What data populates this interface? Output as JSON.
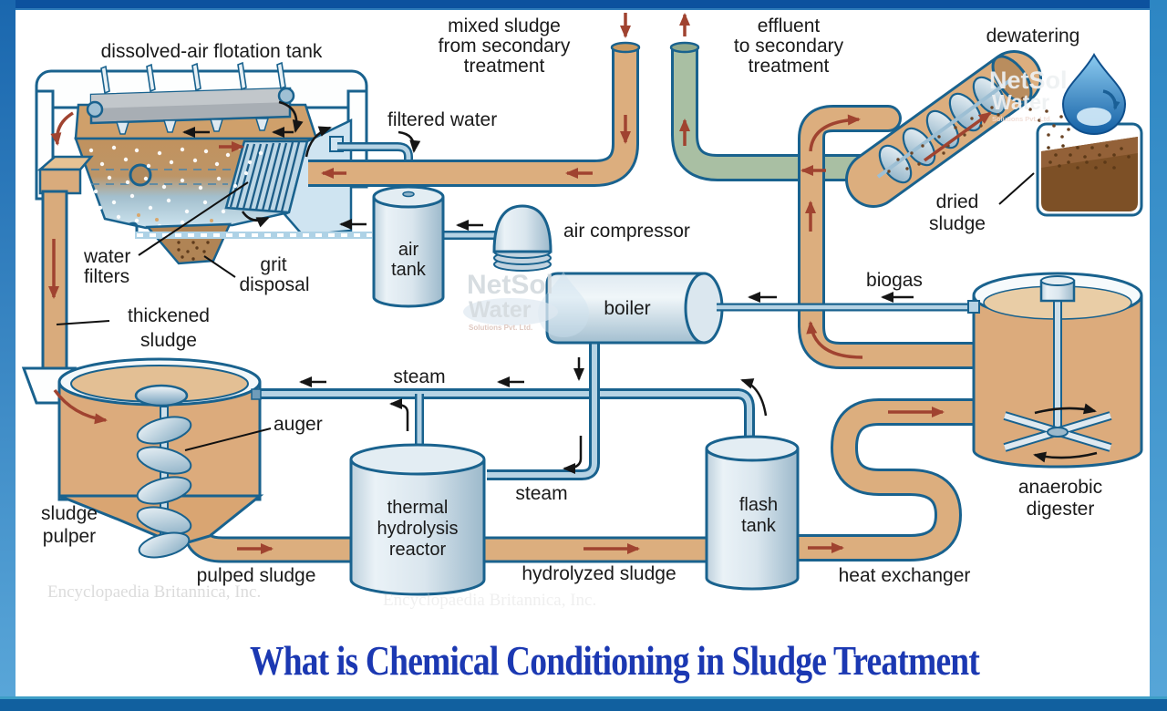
{
  "title": "What is Chemical Conditioning in Sludge Treatment",
  "labels": {
    "flotation_tank": "dissolved-air flotation tank",
    "mixed_sludge": [
      "mixed sludge",
      "from secondary",
      "treatment"
    ],
    "effluent": [
      "effluent",
      "to secondary",
      "treatment"
    ],
    "dewatering": "dewatering",
    "filtered_water": "filtered water",
    "water_filters": [
      "water",
      "filters"
    ],
    "grit_disposal": [
      "grit",
      "disposal"
    ],
    "thickened_sludge": [
      "thickened",
      "sludge"
    ],
    "air_tank": [
      "air",
      "tank"
    ],
    "air_compressor": "air compressor",
    "boiler": "boiler",
    "biogas": "biogas",
    "dried_sludge": [
      "dried",
      "sludge"
    ],
    "steam_left": "steam",
    "steam_lower": "steam",
    "auger": "auger",
    "sludge_pulper": [
      "sludge",
      "pulper"
    ],
    "pulped_sludge": "pulped sludge",
    "thermal_reactor": [
      "thermal",
      "hydrolysis",
      "reactor"
    ],
    "hydrolyzed_sludge": "hydrolyzed sludge",
    "flash_tank": [
      "flash",
      "tank"
    ],
    "heat_exchanger": "heat exchanger",
    "anaerobic_digester": [
      "anaerobic",
      "digester"
    ]
  },
  "watermarks": {
    "netsol_name": "NetSol",
    "netsol_word": "Water",
    "netsol_tagline": "Solutions Pvt. Ltd.",
    "britannica": "Encyclopaedia Britannica, Inc."
  },
  "colors": {
    "outline": "#19628e",
    "pipe_tan": "#dcae7e",
    "pipe_water": "#b6d3e4",
    "pipe_effluent": "#a9bfa3",
    "arrow_red": "#a04330",
    "title_blue": "#1b38b2",
    "frame_blue": "#0c519e",
    "label_color": "#1a1a1a"
  }
}
